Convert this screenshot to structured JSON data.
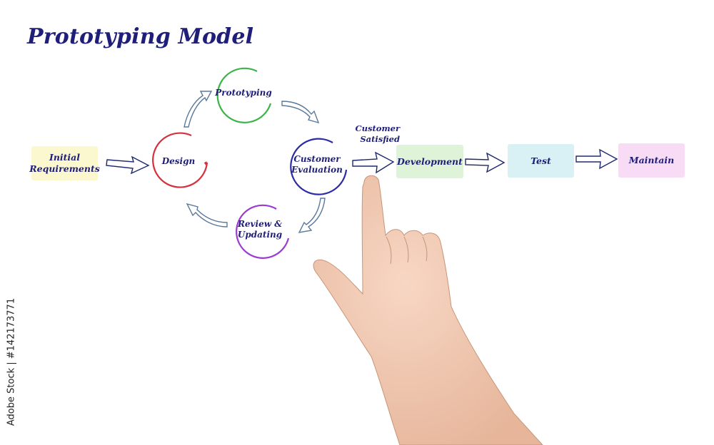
{
  "title": "Prototyping Model",
  "boxes": {
    "initial_requirements": "Initial\nRequirements",
    "development": "Development",
    "test": "Test",
    "maintain": "Maintain"
  },
  "cycle": {
    "design": "Design",
    "prototyping": "Prototyping",
    "customer_evaluation": "Customer\nEvaluation",
    "review_updating": "Review &\nUpdating"
  },
  "customer_satisfied": "Customer\nSatisfied",
  "watermark_text": "Adobe Stock | #142173771",
  "colors": {
    "text": "#1f1f7a",
    "initial_requirements_fill": "#fbf8cf",
    "development_fill": "#dff3d8",
    "test_fill": "#d9f1f4",
    "maintain_fill": "#f8dcf5",
    "design_ring": "#d6303e",
    "prototyping_ring": "#3bb54a",
    "customer_evaluation_ring": "#2b2ba8",
    "review_ring": "#9c3ad1",
    "arrow_stroke": "#1f2a6b",
    "curved_arrow_stroke": "#5b7a9a"
  },
  "icons": {
    "pointing_hand": "pointing-hand-icon"
  }
}
